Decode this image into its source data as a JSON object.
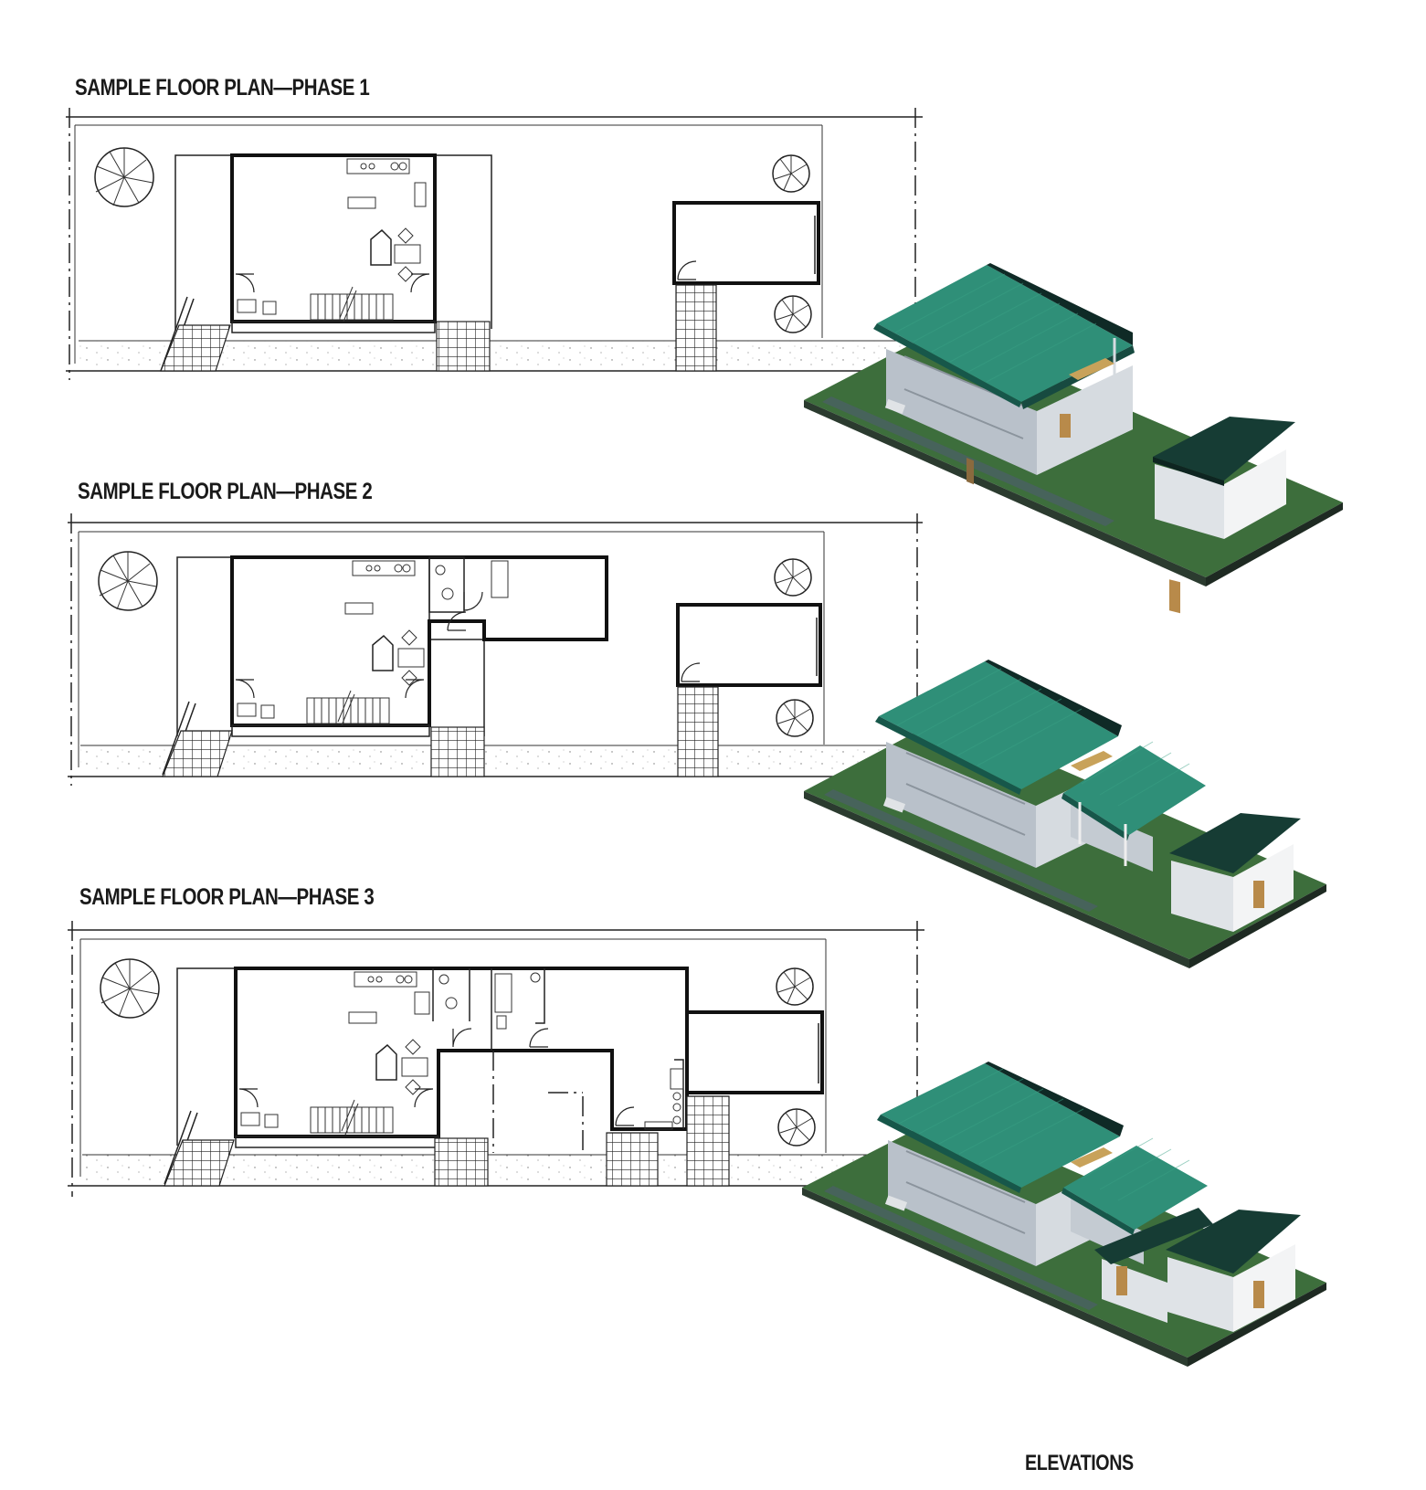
{
  "plans": [
    {
      "title": "SAMPLE FLOOR PLAN—PHASE 1"
    },
    {
      "title": "SAMPLE FLOOR PLAN—PHASE 2"
    },
    {
      "title": "SAMPLE FLOOR PLAN—PHASE 3"
    }
  ],
  "elevations_label": "ELEVATIONS",
  "colors": {
    "roof": "#2f8f78",
    "roof_dark": "#174a40",
    "ground": "#3d6e3c",
    "wall": "#c9cfd6",
    "wall_shadow": "#a4adb8",
    "door": "#b88a4a"
  },
  "icons": [
    "tree-icon",
    "stair-icon",
    "door-swing-icon",
    "house-3d-icon"
  ]
}
